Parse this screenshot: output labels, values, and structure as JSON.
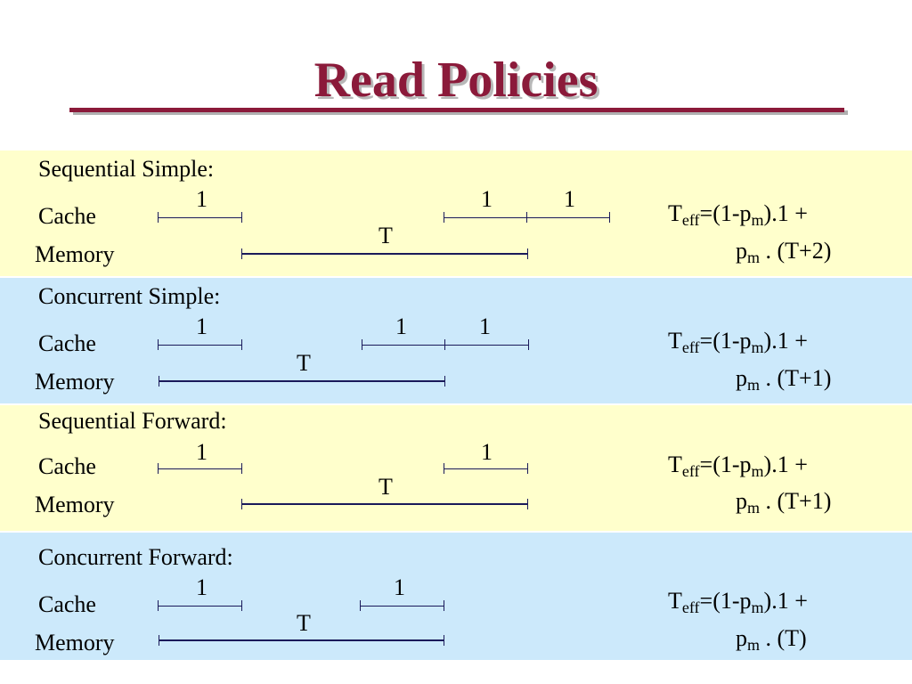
{
  "title": "Read Policies",
  "sections": [
    {
      "heading": "Sequential Simple:",
      "cache_label": "Cache",
      "memory_label": "Memory",
      "cache_marks": [
        "1",
        "1",
        "1"
      ],
      "memory_mark": "T",
      "formula": {
        "t": "T",
        "eff": "eff",
        "mid": "=(1-p",
        "m": "m",
        "end": ").1 +",
        "p": "p",
        "m2": "m",
        "tail": " . (T+2)"
      }
    },
    {
      "heading": "Concurrent Simple:",
      "cache_label": "Cache",
      "memory_label": "Memory",
      "cache_marks": [
        "1",
        "1",
        "1"
      ],
      "memory_mark": "T",
      "formula": {
        "t": "T",
        "eff": "eff",
        "mid": "=(1-p",
        "m": "m",
        "end": ").1 +",
        "p": "p",
        "m2": "m",
        "tail": " . (T+1)"
      }
    },
    {
      "heading": "Sequential Forward:",
      "cache_label": "Cache",
      "memory_label": "Memory",
      "cache_marks": [
        "1",
        "1"
      ],
      "memory_mark": "T",
      "formula": {
        "t": "T",
        "eff": "eff",
        "mid": "=(1-p",
        "m": "m",
        "end": ").1 +",
        "p": "p",
        "m2": "m",
        "tail": " . (T+1)"
      }
    },
    {
      "heading": "Concurrent Forward:",
      "cache_label": "Cache",
      "memory_label": "Memory",
      "cache_marks": [
        "1",
        "1"
      ],
      "memory_mark": "T",
      "formula": {
        "t": "T",
        "eff": "eff",
        "mid": "=(1-p",
        "m": "m",
        "end": ").1 +",
        "p": "p",
        "m2": "m",
        "tail": " . (T)"
      }
    }
  ],
  "colors": {
    "title": "#8b1a3a",
    "band_yellow": "#ffffcc",
    "band_blue": "#cce9fb",
    "line": "#1a1a5a"
  }
}
